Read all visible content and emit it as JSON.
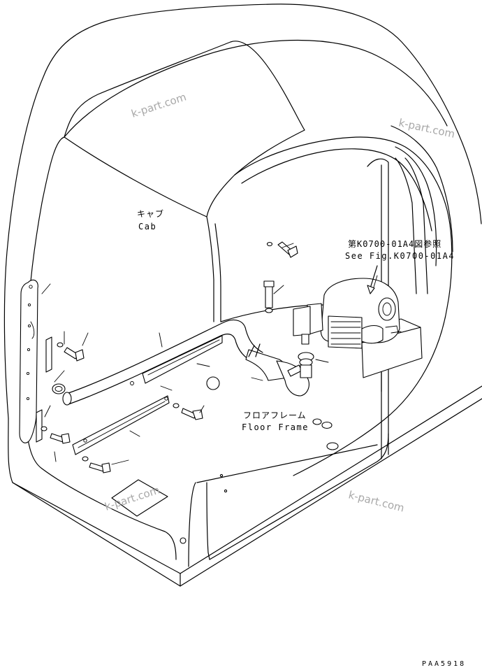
{
  "labels": {
    "cab_jp": "キャブ",
    "cab_en": "Cab",
    "floor_jp": "フロアフレーム",
    "floor_en": "Floor Frame",
    "ref_jp": "第K0700-01A4図参照",
    "ref_en": "See Fig.K0700-01A4"
  },
  "watermark": "k-part.com",
  "drawing_code": "PAA5918",
  "colors": {
    "line": "#000000",
    "background": "#ffffff",
    "watermark": "#a8a8a8"
  }
}
